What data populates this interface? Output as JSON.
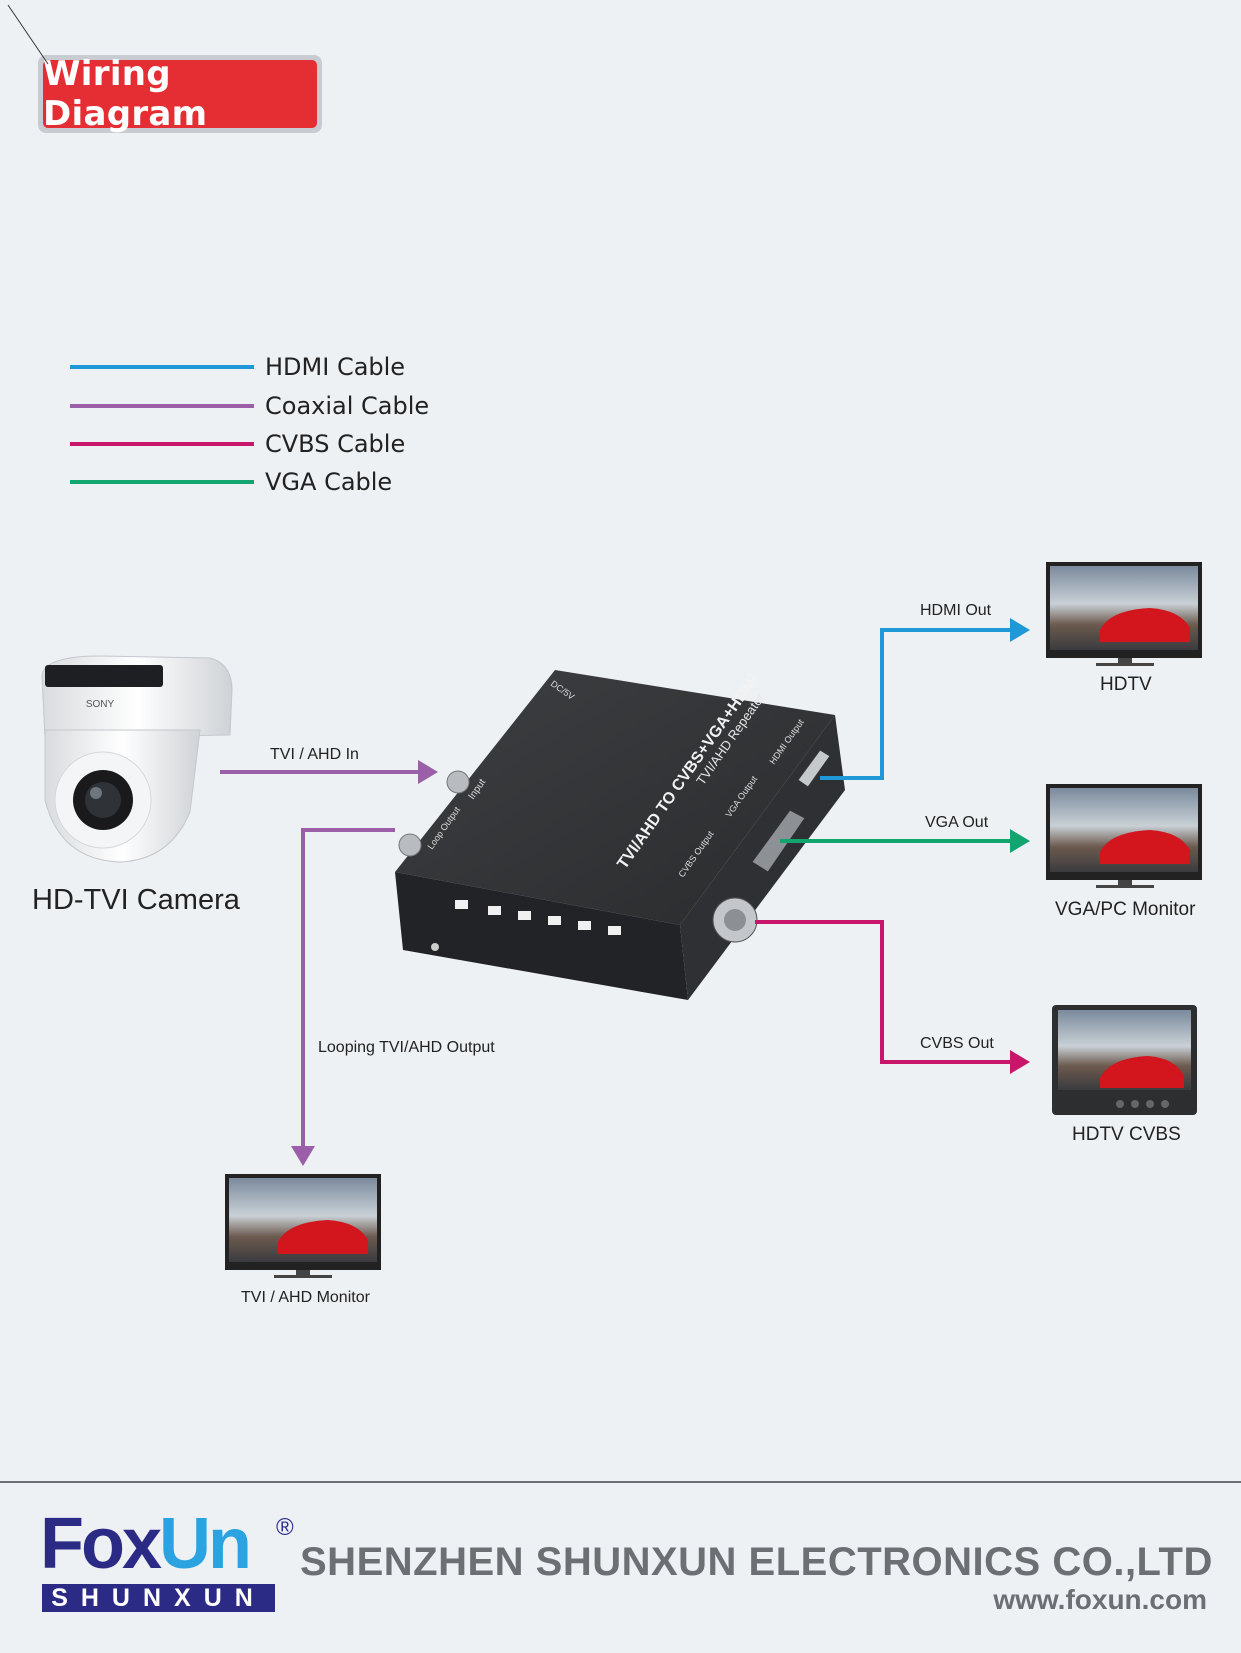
{
  "title": "Wiring Diagram",
  "legend": [
    {
      "label": "HDMI Cable",
      "color": "#1e98d6"
    },
    {
      "label": "Coaxial Cable",
      "color": "#9b5ea8"
    },
    {
      "label": "CVBS Cable",
      "color": "#c8166b"
    },
    {
      "label": "VGA Cable",
      "color": "#13a56f"
    }
  ],
  "source": {
    "label": "HD-TVI Camera",
    "brand": "SONY"
  },
  "device": {
    "line1": "TVI/AHD TO CVBS+VGA+HDMI",
    "line2": "TVI/AHD Repeater",
    "ports": [
      "Input",
      "Loop Output",
      "CVBS Output",
      "VGA Output",
      "HDMI Output",
      "DC/5V"
    ]
  },
  "connections": {
    "input": "TVI / AHD In",
    "loop": "Looping TVI/AHD Output",
    "hdmi": "HDMI Out",
    "vga": "VGA Out",
    "cvbs": "CVBS Out"
  },
  "outputs": {
    "hdtv": "HDTV",
    "vga_monitor": "VGA/PC Monitor",
    "cvbs_monitor": "HDTV CVBS",
    "loop_monitor": "TVI / AHD Monitor"
  },
  "footer": {
    "logo_main_a": "Fox",
    "logo_main_b": "Un",
    "logo_sub": "SHUNXUN",
    "registered": "®",
    "company": "SHENZHEN SHUNXUN ELECTRONICS CO.,LTD",
    "website": "www.foxun.com"
  }
}
